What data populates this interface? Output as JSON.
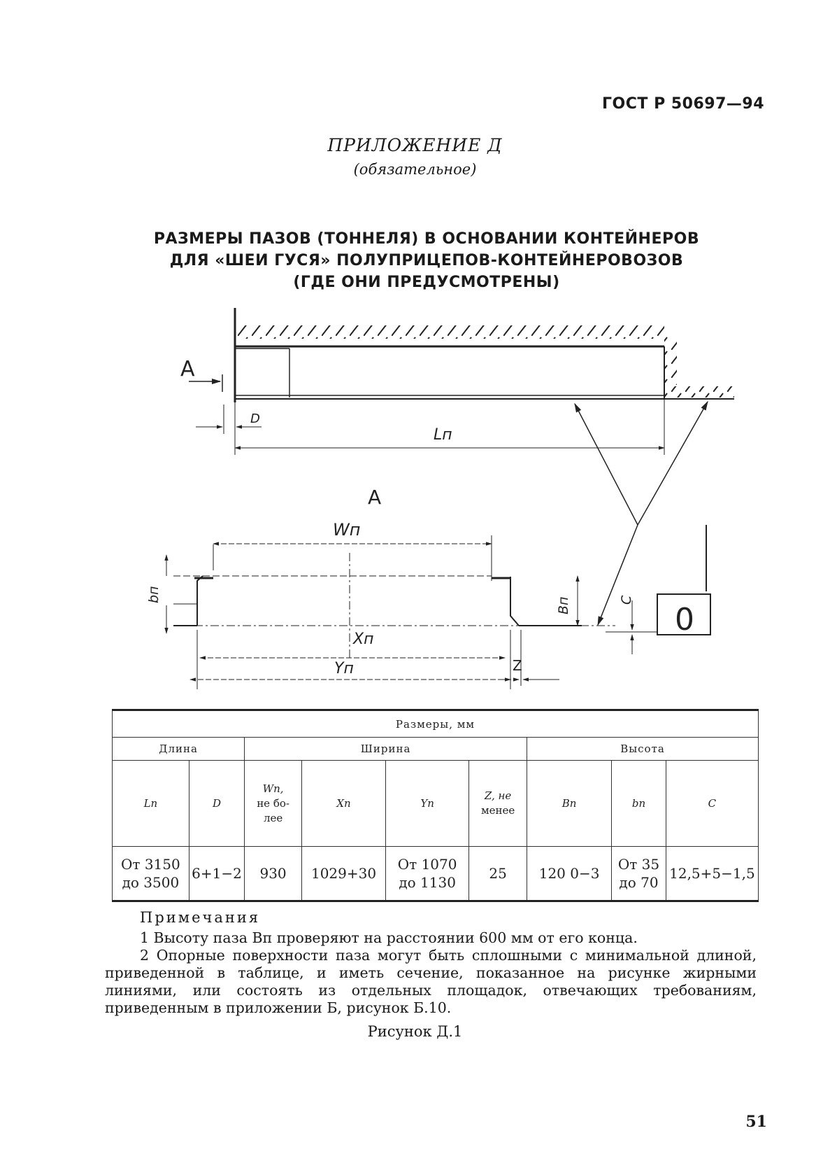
{
  "header": {
    "standard": "ГОСТ Р 50697—94"
  },
  "appendix": {
    "title": "ПРИЛОЖЕНИЕ Д",
    "subtitle": "(обязательное)"
  },
  "title_lines": [
    "РАЗМЕРЫ ПАЗОВ (ТОННЕЛЯ) В ОСНОВАНИИ КОНТЕЙНЕРОВ",
    "ДЛЯ «ШЕИ ГУСЯ» ПОЛУПРИЦЕПОВ-КОНТЕЙНЕРОВОЗОВ",
    "(ГДЕ ОНИ ПРЕДУСМОТРЕНЫ)"
  ],
  "drawing_labels": {
    "view_arrow": "A",
    "d": "D",
    "ln": "Lп",
    "view_a": "A",
    "wn": "Wп",
    "bn_small": "bп",
    "bn_big": "Bп",
    "c": "C",
    "xn": "Xп",
    "yn": "Yп",
    "z": "Z",
    "o_block": "0"
  },
  "table": {
    "caption": "Размеры, мм",
    "groups": {
      "length": "Длина",
      "width": "Ширина",
      "height": "Высота"
    },
    "headers": {
      "ln": "Ln",
      "d": "D",
      "wn_line1": "Wn,",
      "wn_line2": "не бо-",
      "wn_line3": "лее",
      "xn": "Xn",
      "yn": "Yn",
      "z_line1": "Z, не",
      "z_line2": "менее",
      "bn": "Bn",
      "bn_small": "bn",
      "c": "C"
    },
    "values": {
      "ln_line1": "От 3150",
      "ln_line2": "до 3500",
      "d": "6+1−2",
      "wn": "930",
      "xn": "1029+30",
      "yn_line1": "От 1070",
      "yn_line2": "до 1130",
      "z": "25",
      "bn": "120 0−3",
      "bn_small_line1": "От 35",
      "bn_small_line2": "до 70",
      "c": "12,5+5−1,5"
    }
  },
  "notes": {
    "heading": "Примечания",
    "note1": "1 Высоту паза Вп проверяют на расстоянии 600 мм от его конца.",
    "note2": "2 Опорные поверхности паза могут быть сплошными с минимальной длиной, приведенной в таблице, и иметь сечение, показанное на рисунке жирными линиями, или состоять из отдельных площадок, отвечающих требованиям, приведенным в приложении Б, рисунок Б.10."
  },
  "figure_caption": "Рисунок Д.1",
  "page_number": "51"
}
